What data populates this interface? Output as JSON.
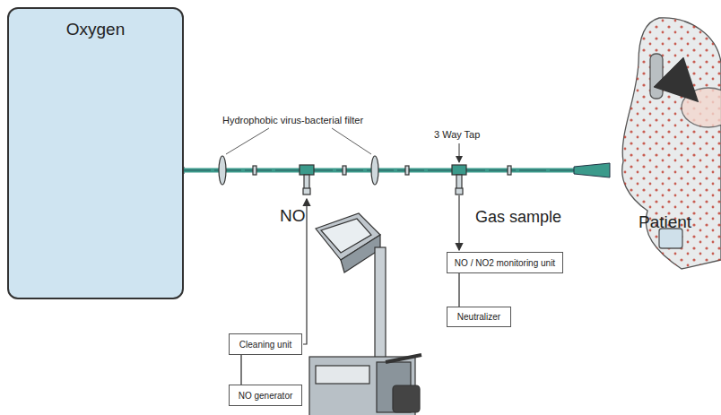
{
  "diagram": {
    "nodes": [
      {
        "text": [
          "Oxygen"
        ]
      },
      {
        "text": [
          "NO / NO2 monitoring unit"
        ]
      },
      {
        "text": [
          "Neutralizer"
        ]
      },
      {
        "text": [
          "Cleaning unit"
        ]
      },
      {
        "text": [
          "NO generator"
        ]
      }
    ],
    "edges": [
      {
        "from": 1,
        "to": 2,
        "arrow": "none"
      },
      {
        "from": 3,
        "to": 4,
        "arrow": "none"
      }
    ],
    "labels": [
      "Hydrophobic virus-bacterial filter",
      "3 Way Tap",
      "NO",
      "Gas sample",
      "Patient"
    ]
  }
}
